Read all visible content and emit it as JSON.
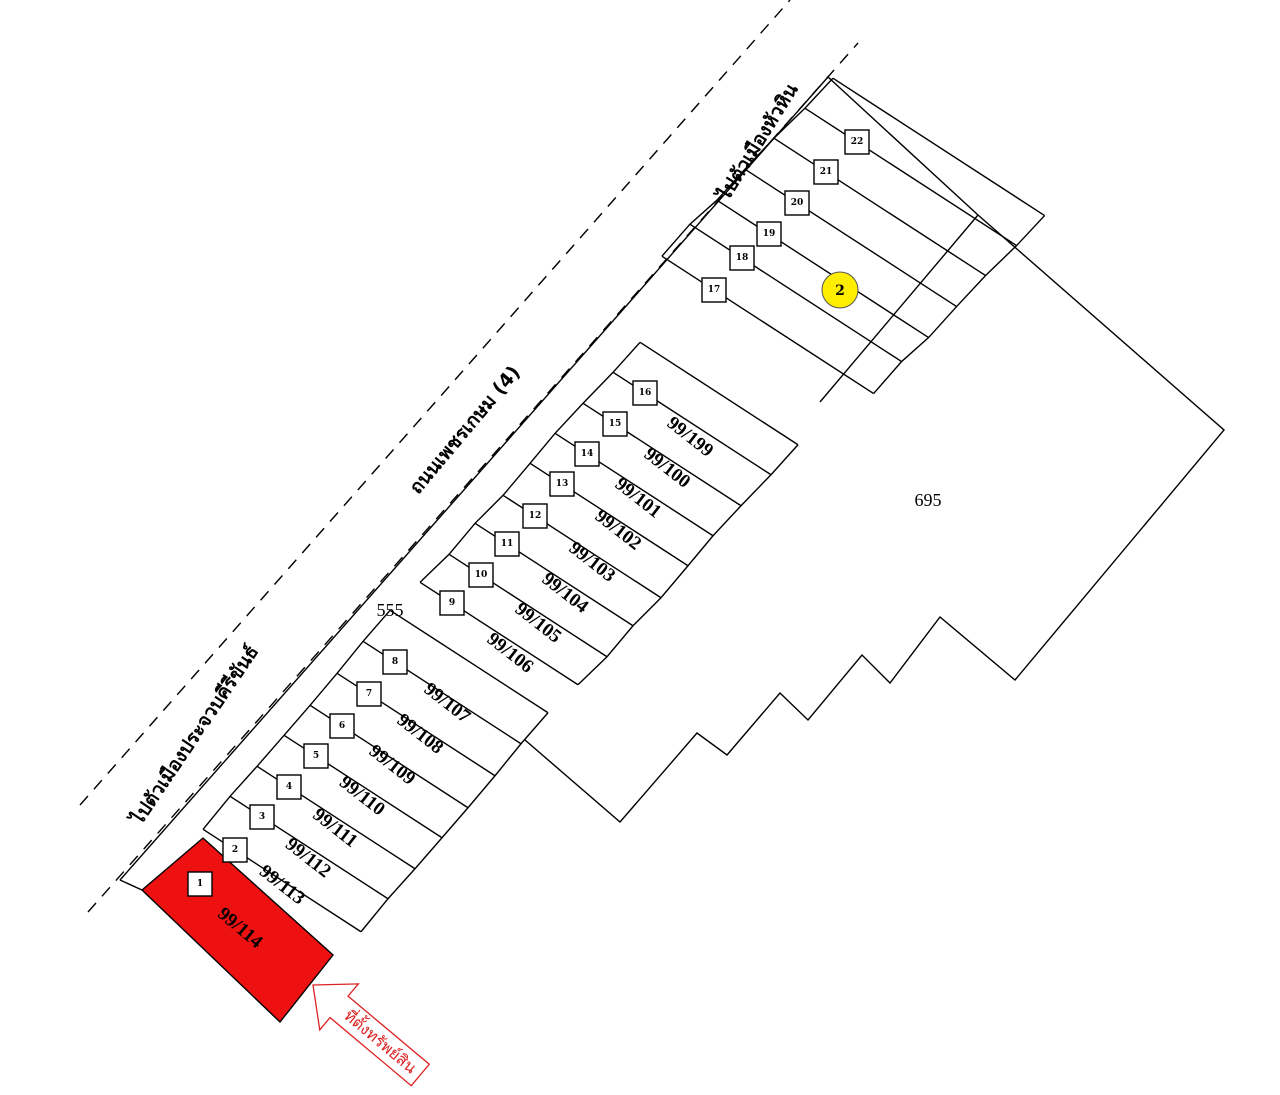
{
  "labels": {
    "road": "ถนนเพชรเกษม (4)",
    "to_prachuap": "ไปตัวเมืองประจวบคีรีขันธ์",
    "to_huahin": "ไปตัวเมืองหัวหิน",
    "lot_555": "555",
    "lot_695": "695",
    "marker": "2",
    "arrow_text": "ที่ตั้งทรัพย์สิน"
  },
  "colors": {
    "highlight": "#ee1111",
    "marker": "#ffee00",
    "arrow": "#dd2222"
  },
  "plots": [
    {
      "no": "1",
      "house": "99/114",
      "highlighted": true
    },
    {
      "no": "2",
      "house": "99/113"
    },
    {
      "no": "3",
      "house": "99/112"
    },
    {
      "no": "4",
      "house": "99/111"
    },
    {
      "no": "5",
      "house": "99/110"
    },
    {
      "no": "6",
      "house": "99/109"
    },
    {
      "no": "7",
      "house": "99/108"
    },
    {
      "no": "8",
      "house": "99/107"
    },
    {
      "no": "9",
      "house": "99/106"
    },
    {
      "no": "10",
      "house": "99/105"
    },
    {
      "no": "11",
      "house": "99/104"
    },
    {
      "no": "12",
      "house": "99/103"
    },
    {
      "no": "13",
      "house": "99/102"
    },
    {
      "no": "14",
      "house": "99/101"
    },
    {
      "no": "15",
      "house": "99/100"
    },
    {
      "no": "16",
      "house": "99/199"
    },
    {
      "no": "17"
    },
    {
      "no": "18"
    },
    {
      "no": "19"
    },
    {
      "no": "20"
    },
    {
      "no": "21"
    },
    {
      "no": "22"
    }
  ]
}
